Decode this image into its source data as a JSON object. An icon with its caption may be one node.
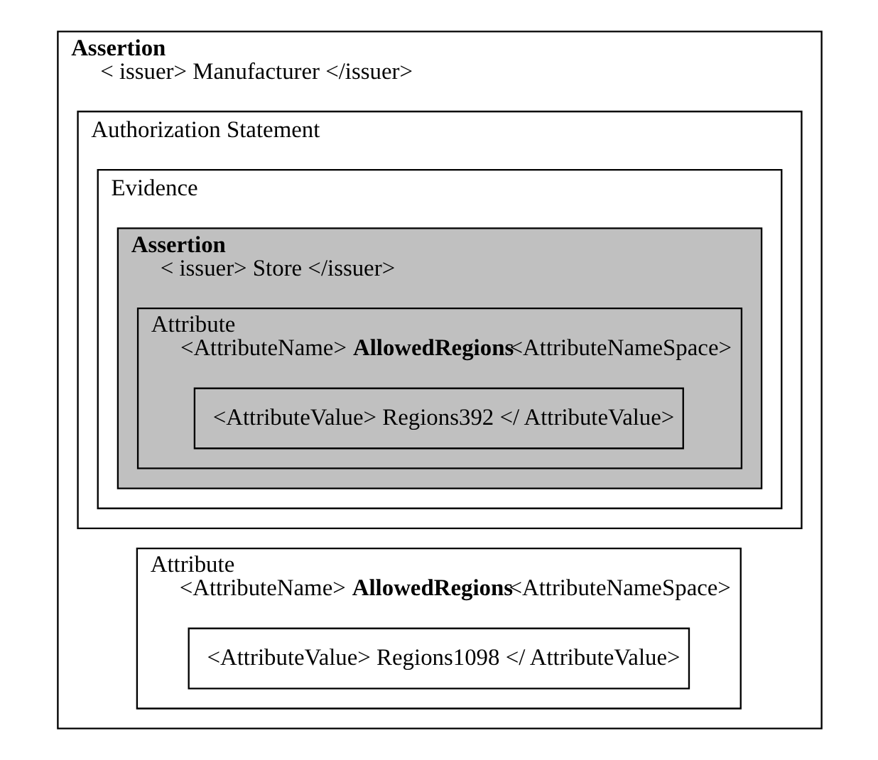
{
  "diagram": {
    "nodes": [
      {
        "text": [
          "Assertion",
          "< issuer> Manufacturer </issuer>"
        ]
      },
      {
        "text": [
          "Authorization Statement"
        ],
        "in": 0
      },
      {
        "text": [
          "Evidence"
        ],
        "in": 1
      },
      {
        "text": [
          "Assertion",
          "< issuer> Store </issuer>"
        ],
        "in": 2
      },
      {
        "text": [
          "Attribute",
          "<AttributeName> **AllowedRegions**<AttributeNameSpace>"
        ],
        "in": 3
      },
      {
        "text": [
          "<AttributeValue> Regions392 </ AttributeValue>"
        ],
        "in": 4
      },
      {
        "text": [
          "Attribute",
          "<AttributeName> **AllowedRegions**<AttributeNameSpace>"
        ],
        "in": 0
      },
      {
        "text": [
          "<AttributeValue> Regions1098 </ AttributeValue>"
        ],
        "in": 6
      }
    ],
    "edges": []
  }
}
